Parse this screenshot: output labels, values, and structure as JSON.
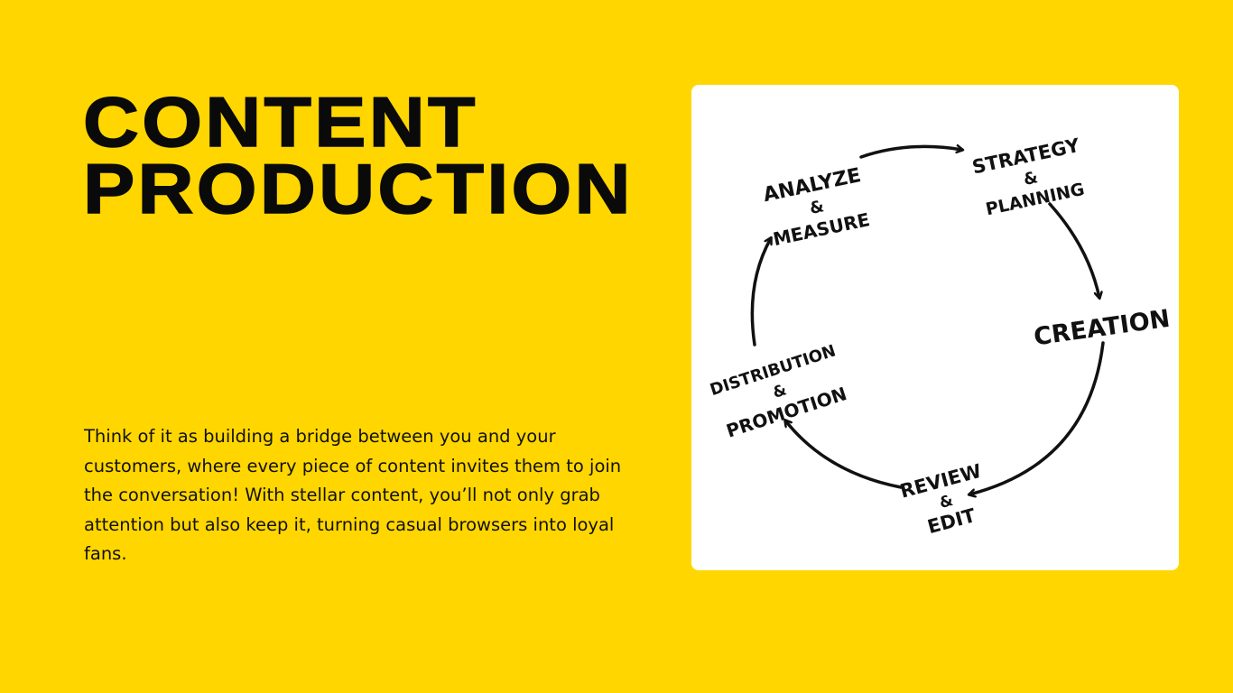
{
  "slide": {
    "title_line1": "CONTENT",
    "title_line2": "PRODUCTION",
    "body": "Think of it as building a bridge between you and your customers, where every piece of content invites them to join the conversation! With stellar content, you’ll not only grab attention but also keep it, turning casual browsers into loyal fans."
  },
  "diagram": {
    "steps": [
      {
        "line1": "ANALYZE",
        "amp": "&",
        "line2": "MEASURE"
      },
      {
        "line1": "STRATEGY",
        "amp": "&",
        "line2": "PLANNING"
      },
      {
        "line1": "CREATION"
      },
      {
        "line1": "REVIEW",
        "amp": "&",
        "line2": "EDIT"
      },
      {
        "line1": "DISTRIBUTION",
        "amp": "&",
        "line2": "PROMOTION"
      }
    ]
  },
  "colors": {
    "background": "#FFD600",
    "text": "#0a0a0a",
    "card": "#ffffff"
  }
}
